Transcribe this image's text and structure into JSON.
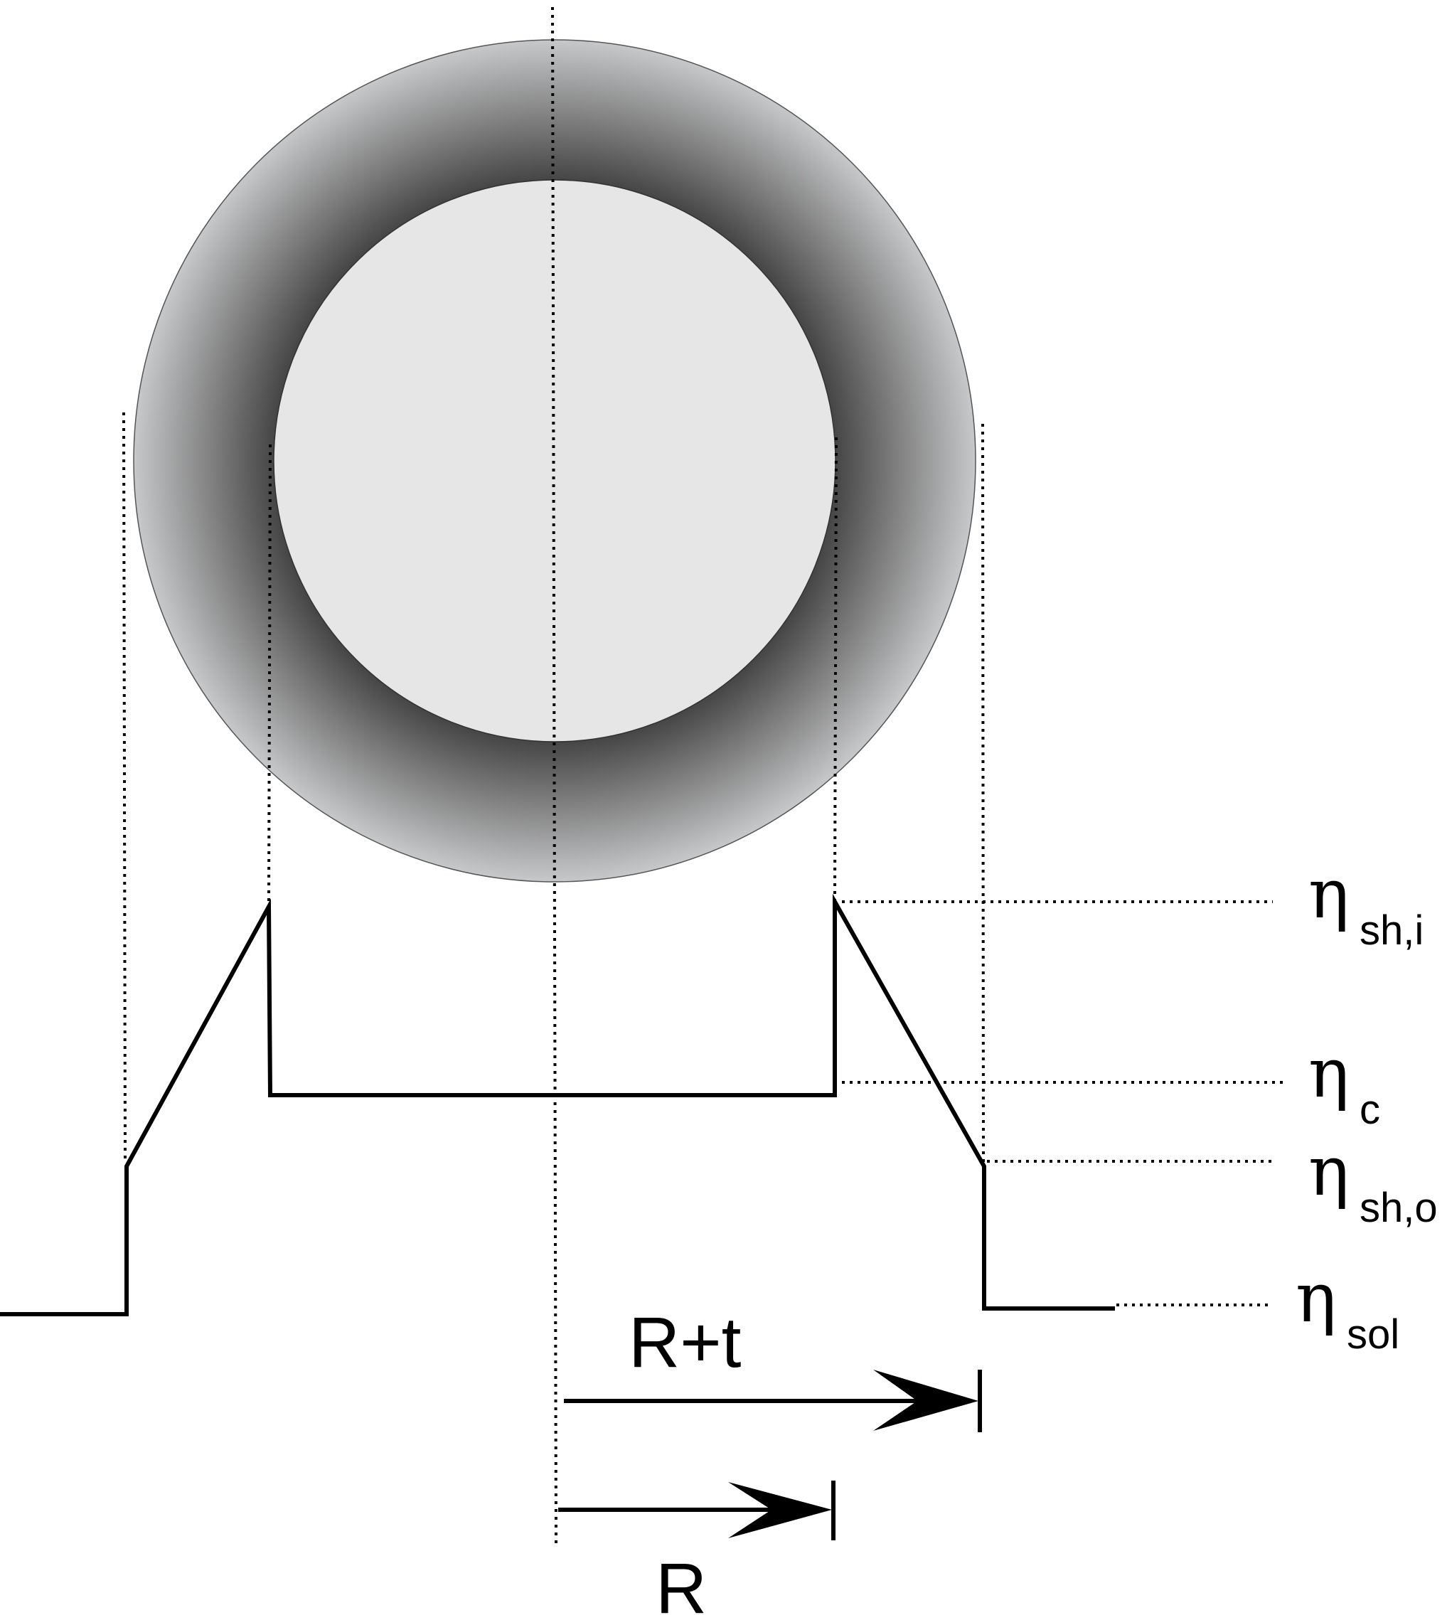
{
  "labels": {
    "eta_symbol": "η",
    "eta_sh_i_sub": "sh,i",
    "eta_c_sub": "c",
    "eta_sh_o_sub": "sh,o",
    "eta_sol_sub": "sol",
    "outer_radius": "R+t",
    "inner_radius": "R"
  },
  "colors": {
    "core_fill": "#e6e6e6",
    "shell_dark": "#333333",
    "shell_light": "#c7c8ca",
    "line": "#000000"
  }
}
